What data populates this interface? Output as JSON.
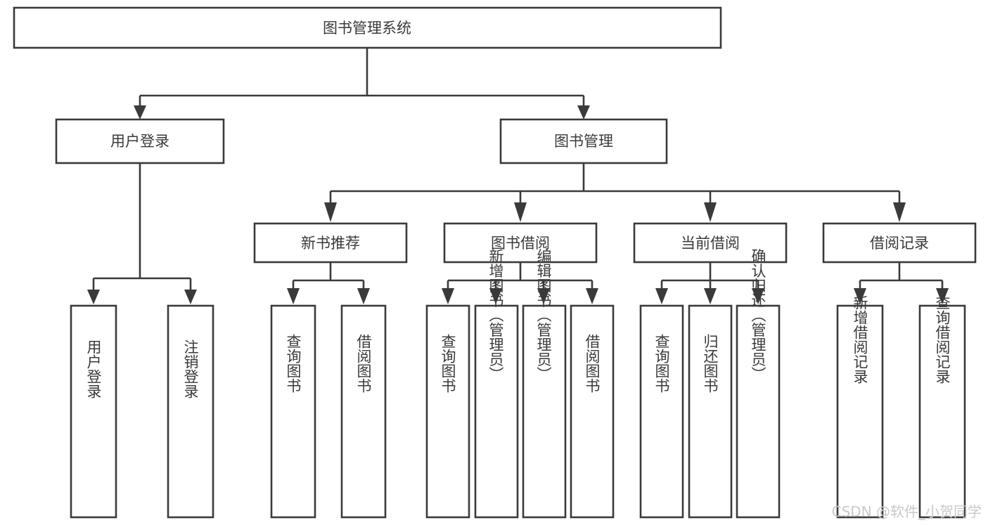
{
  "diagram": {
    "title": "图书管理系统",
    "type": "hierarchy-tree",
    "accent_color": "#3a3a3a",
    "background_color": "#ffffff",
    "watermark": "CSDN @软件_小贺同学",
    "levels": {
      "root": {
        "label": "图书管理系统"
      },
      "level2": [
        {
          "label": "用户登录"
        },
        {
          "label": "图书管理"
        }
      ],
      "level3": [
        {
          "label": "新书推荐"
        },
        {
          "label": "图书借阅"
        },
        {
          "label": "当前借阅"
        },
        {
          "label": "借阅记录"
        }
      ],
      "leaves": {
        "user_login": [
          {
            "label": "用户登录"
          },
          {
            "label": "注销登录"
          }
        ],
        "new_book_recommend": [
          {
            "label": "查询图书"
          },
          {
            "label": "借阅图书"
          }
        ],
        "book_borrow": [
          {
            "label": "查询图书"
          },
          {
            "label": "新增图书（管理员）"
          },
          {
            "label": "编辑图书（管理员）"
          },
          {
            "label": "借阅图书"
          }
        ],
        "current_borrow": [
          {
            "label": "查询图书"
          },
          {
            "label": "归还图书"
          },
          {
            "label": "确认归还（管理员）"
          }
        ],
        "borrow_record": [
          {
            "label": "新增借阅记录"
          },
          {
            "label": "查询借阅记录"
          }
        ]
      }
    }
  }
}
